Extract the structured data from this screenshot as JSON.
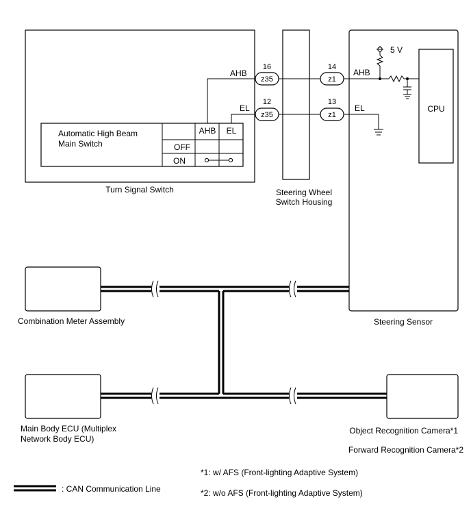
{
  "components": {
    "turn_signal_switch": "Turn Signal Switch",
    "steering_wheel_switch_housing": [
      "Steering Wheel",
      "Switch Housing"
    ],
    "steering_sensor": "Steering Sensor",
    "cpu": "CPU",
    "combination_meter": "Combination Meter Assembly",
    "main_body_ecu": [
      "Main Body ECU (Multiplex",
      "Network Body ECU)"
    ],
    "object_recognition_camera": "Object Recognition Camera*1",
    "forward_recognition_camera": "Forward Recognition Camera*2"
  },
  "switch_table": {
    "title": [
      "Automatic High Beam",
      "Main Switch"
    ],
    "col_ahb": "AHB",
    "col_el": "EL",
    "row_off": "OFF",
    "row_on": "ON"
  },
  "wires": {
    "ahb": {
      "signal": "AHB",
      "pin_left": "16",
      "connector_left": "z35",
      "pin_right": "14",
      "connector_right": "z1"
    },
    "el": {
      "signal": "EL",
      "pin_left": "12",
      "connector_left": "z35",
      "pin_right": "13",
      "connector_right": "z1"
    }
  },
  "supply": "5 V",
  "footnotes": {
    "note1": "*1: w/ AFS (Front-lighting Adaptive System)",
    "note2": "*2: w/o AFS (Front-lighting Adaptive System)"
  },
  "legend": {
    "can_line": ": CAN Communication Line"
  }
}
